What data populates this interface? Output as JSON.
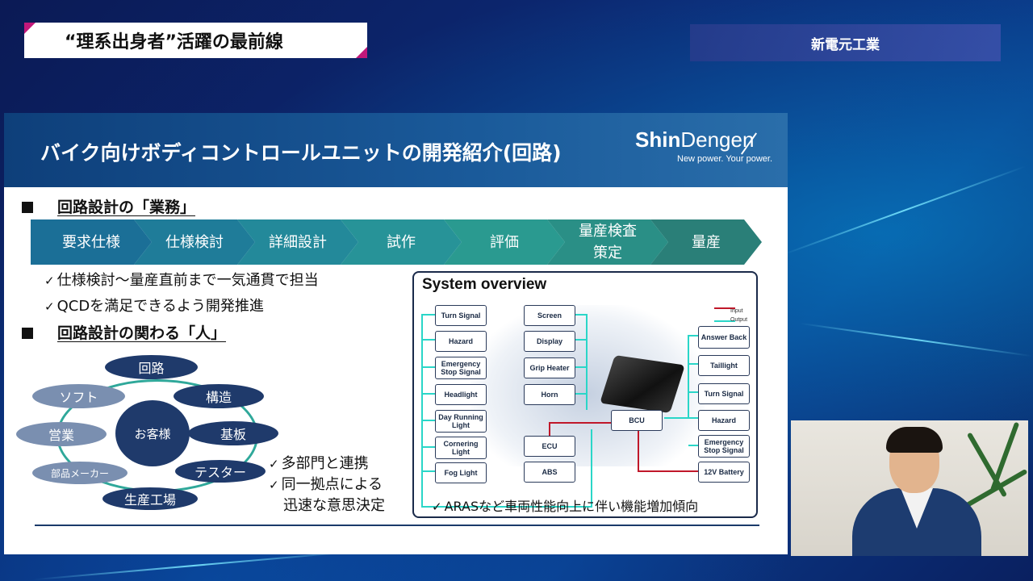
{
  "overlay": {
    "title_left": "“理系出身者”活躍の最前線",
    "title_right": "新電元工業"
  },
  "slide": {
    "title": "バイク向けボディコントロールユニットの開発紹介(回路)",
    "logo_brand_bold": "Shin",
    "logo_brand_rest": "Dengen",
    "logo_tagline": "New power. Your power.",
    "section1": "回路設計の「業務」",
    "process_steps": [
      "要求仕様",
      "仕様検討",
      "詳細設計",
      "試作",
      "評価",
      "量産検査\n策定",
      "量産"
    ],
    "bullets1": [
      "仕様検討～量産直前まで一気通貫で担当",
      "QCDを満足できるよう開発推進"
    ],
    "section2": "回路設計の関わる「人」",
    "people": {
      "center": "お客様",
      "nodes": [
        "回路",
        "構造",
        "基板",
        "テスター",
        "生産工場",
        "部品メーカー",
        "営業",
        "ソフト"
      ]
    },
    "bullets2": [
      "多部門と連携",
      "同一拠点による",
      "迅速な意思決定"
    ],
    "system": {
      "title": "System overview",
      "legend_input": "Input",
      "legend_output": "Output",
      "left_col": [
        "Turn Signal",
        "Hazard",
        "Emergency Stop Signal",
        "Headlight",
        "Day Running Light",
        "Cornering Light",
        "Fog Light"
      ],
      "mid_col": [
        "Screen",
        "Display",
        "Grip Heater",
        "Horn"
      ],
      "ecu": "ECU",
      "abs": "ABS",
      "bcu": "BCU",
      "right_col": [
        "Answer Back",
        "Taillight",
        "Turn Signal",
        "Hazard",
        "Emergency Stop Signal",
        "12V Battery"
      ],
      "footer": "ARASなど車両性能向上に伴い機能増加傾向"
    }
  },
  "colors": {
    "process": [
      "#1b6f97",
      "#1f7c99",
      "#23899a",
      "#279398",
      "#2a9a90",
      "#2a8f86",
      "#2a7f78"
    ],
    "input_arrow": "#c0182a",
    "output_arrow": "#2ad6c8"
  }
}
